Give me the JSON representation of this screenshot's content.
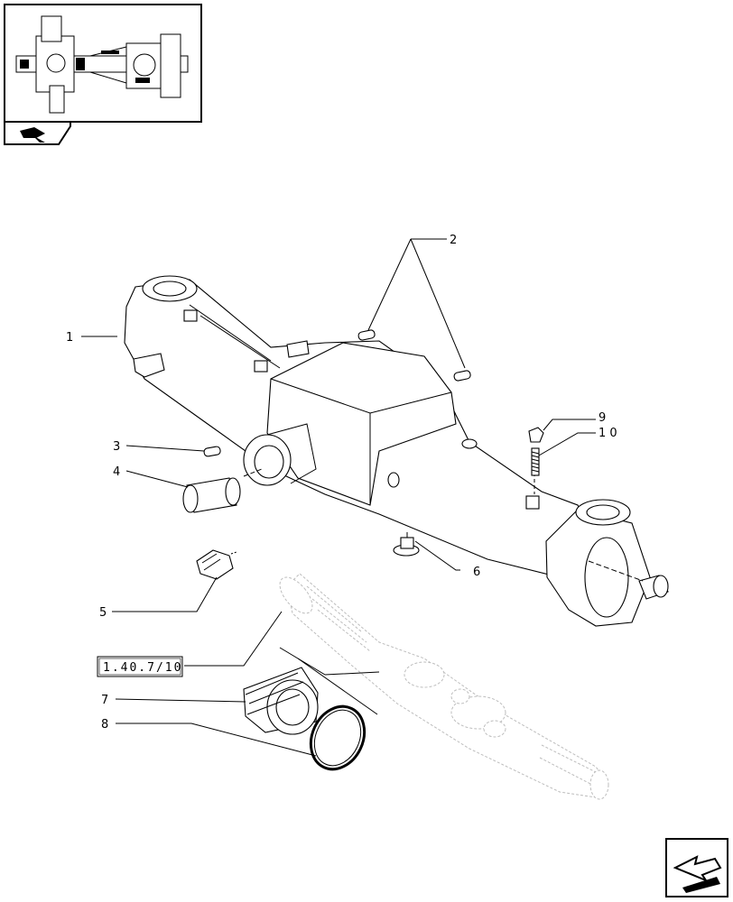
{
  "diagram": {
    "callouts": [
      {
        "id": "1",
        "text": "1"
      },
      {
        "id": "2",
        "text": "2"
      },
      {
        "id": "3",
        "text": "3"
      },
      {
        "id": "4",
        "text": "4"
      },
      {
        "id": "5",
        "text": "5"
      },
      {
        "id": "6",
        "text": "6"
      },
      {
        "id": "7",
        "text": "7"
      },
      {
        "id": "8",
        "text": "8"
      },
      {
        "id": "9",
        "text": "9"
      },
      {
        "id": "10",
        "text": "1 0"
      }
    ],
    "reference": "1.40.7/10"
  },
  "icons": {
    "thumbnail": "axle-thumbnail-icon",
    "nav_tab": "book-arrow-icon",
    "next_page": "next-page-arrow-icon"
  }
}
